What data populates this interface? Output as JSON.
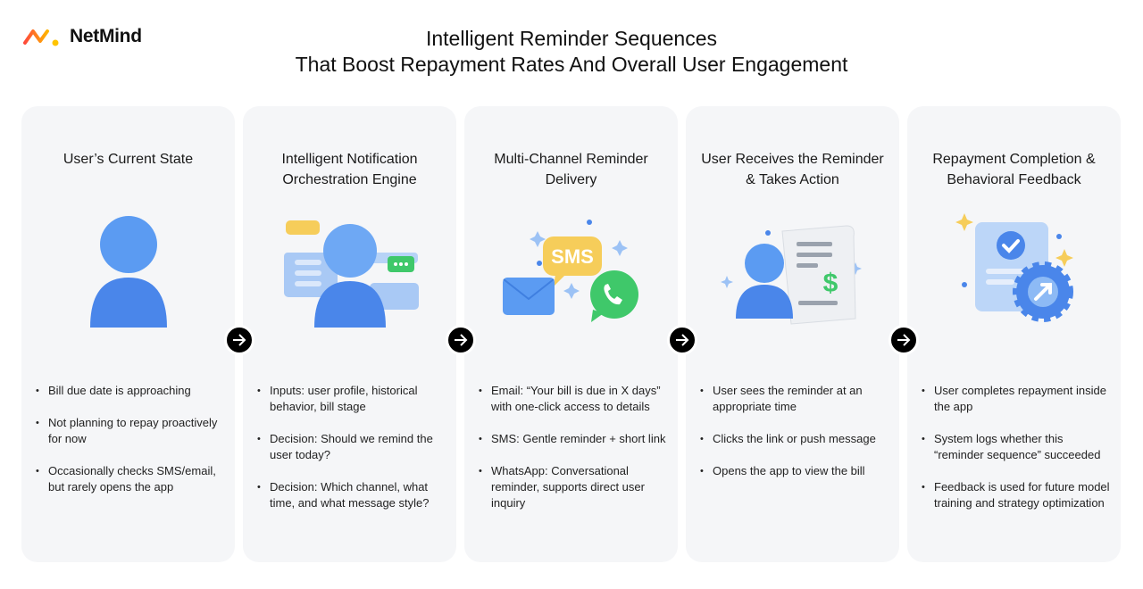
{
  "brand": {
    "name": "NetMind"
  },
  "title": {
    "line1": "Intelligent Reminder Sequences",
    "line2": "That Boost Repayment Rates And Overall User Engagement"
  },
  "cards": [
    {
      "title": "User’s Current State",
      "bullets": [
        "Bill due date is approaching",
        "Not planning to repay proactively for now",
        "Occasionally checks SMS/email, but rarely opens the app"
      ]
    },
    {
      "title": "Intelligent Notification Orchestration Engine",
      "bullets": [
        "Inputs: user profile, historical behavior, bill stage",
        "Decision: Should we remind the user today?",
        "Decision: Which channel, what time, and what message style?"
      ]
    },
    {
      "title": "Multi-Channel Reminder Delivery",
      "illus_label": "SMS",
      "bullets": [
        "Email: “Your bill is due in X days” with one-click access to details",
        "SMS: Gentle reminder + short link",
        "WhatsApp: Conversational reminder, supports direct user inquiry"
      ]
    },
    {
      "title": "User Receives the Reminder & Takes Action",
      "bullets": [
        "User sees the reminder at an appropriate time",
        "Clicks the link or push message",
        "Opens the app to view the bill"
      ]
    },
    {
      "title": "Repayment Completion & Behavioral Feedback",
      "bullets": [
        "User completes repayment inside the app",
        "System logs whether this “reminder sequence” succeeded",
        "Feedback is used for future model training and strategy optimization"
      ]
    }
  ],
  "colors": {
    "card": "#f5f6f8",
    "blue": "#4f8ff0",
    "yellow": "#f6cd5a",
    "green": "#3fc86a"
  }
}
